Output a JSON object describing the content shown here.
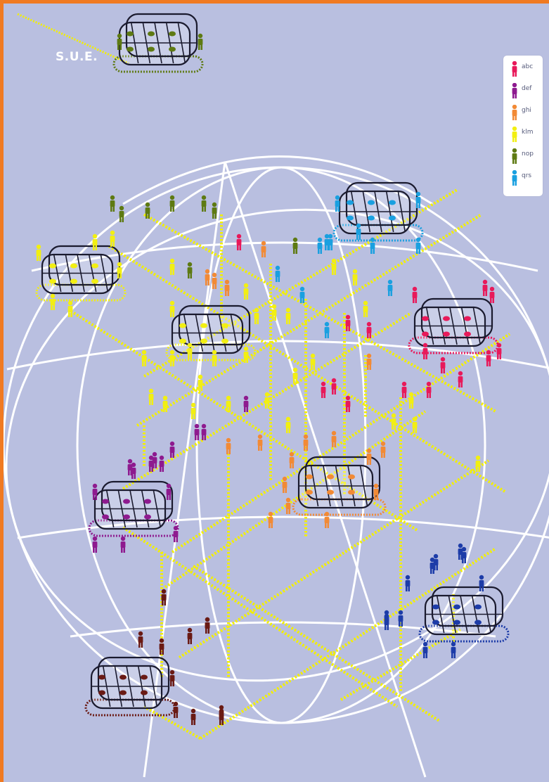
{
  "title": "S.U.E.",
  "colors": {
    "background": "#b9bfe0",
    "frame": "#f07a22",
    "globe": "#ffffff",
    "connector": "#f3f000",
    "cage": "#1a1a2e"
  },
  "legend": [
    {
      "label": "abc",
      "color": "#e8195a"
    },
    {
      "label": "def",
      "color": "#8e1a8f"
    },
    {
      "label": "ghi",
      "color": "#f28a35"
    },
    {
      "label": "klm",
      "color": "#f2ef12"
    },
    {
      "label": "nop",
      "color": "#5e7a12"
    },
    {
      "label": "qrs",
      "color": "#1aa0e0"
    }
  ],
  "extra_groups": [
    {
      "name": "group-navy",
      "color": "#1d3ca8"
    },
    {
      "name": "group-brown",
      "color": "#6a1a14"
    }
  ],
  "icons": [
    "person-icon",
    "cage-pod-icon",
    "globe-wireframe"
  ]
}
